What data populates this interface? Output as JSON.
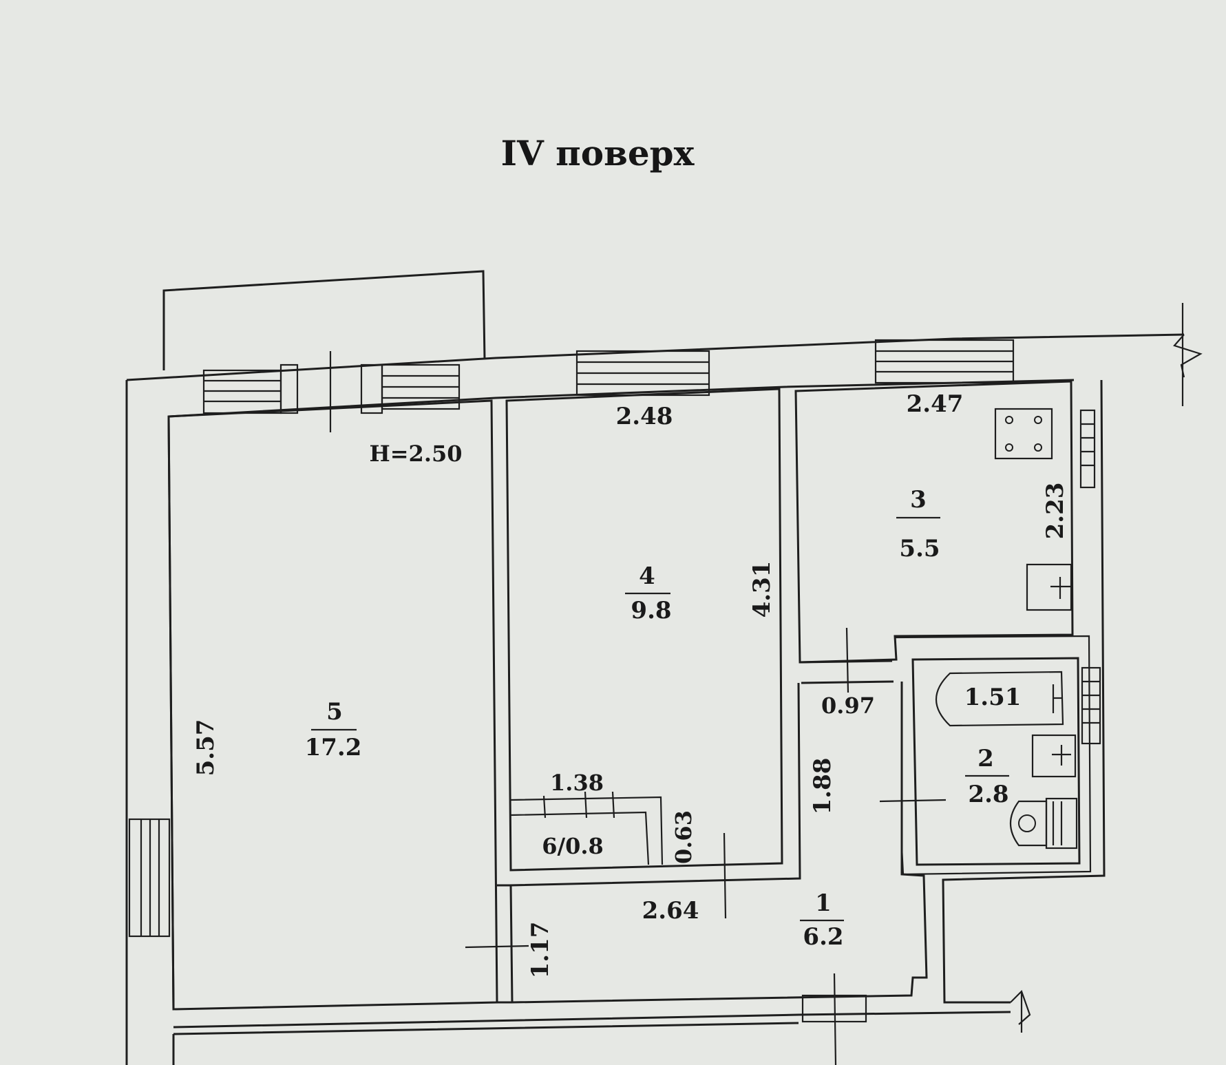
{
  "floor_title": "IV поверх",
  "ceiling_height": "H=2.50",
  "rooms": [
    {
      "id": "5",
      "number": "5",
      "area": "17.2"
    },
    {
      "id": "4",
      "number": "4",
      "area": "9.8"
    },
    {
      "id": "3",
      "number": "3",
      "area": "5.5"
    },
    {
      "id": "2",
      "number": "2",
      "area": "2.8"
    },
    {
      "id": "1",
      "number": "1",
      "area": "6.2"
    }
  ],
  "closet": {
    "label": "6/0.8"
  },
  "dimensions": {
    "room4_width": "2.48",
    "room3_width": "2.47",
    "room5_length": "5.57",
    "room4_length": "4.31",
    "room3_length": "2.23",
    "bath_length": "1.51",
    "passage_width": "0.97",
    "hall_length": "1.88",
    "closet_width": "1.38",
    "closet_depth": "0.63",
    "hall_width": "2.64",
    "hall_depth": "1.17"
  }
}
